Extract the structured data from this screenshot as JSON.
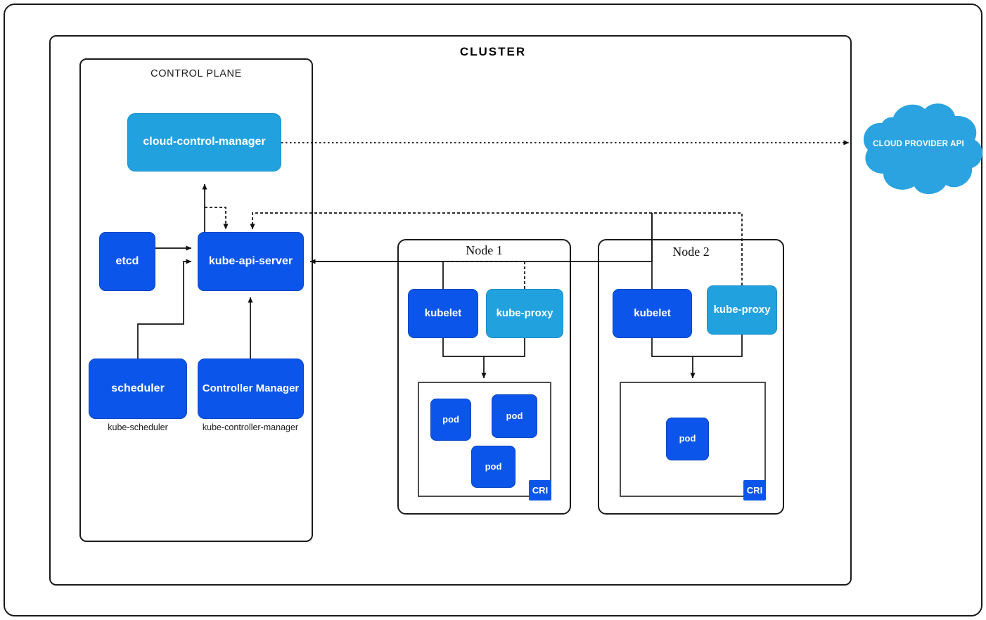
{
  "diagram": {
    "title": "CLUSTER",
    "control_plane_title": "CONTROL PLANE"
  },
  "colors": {
    "dark_blue": "#0b55ea",
    "light_blue": "#22a1df",
    "cloud_blue": "#2aa3e0",
    "frame_stroke": "#1a1a1a",
    "pod_area_stroke": "#4d4d4d",
    "text_white": "#ffffff",
    "text_black": "#000000"
  },
  "control_plane": {
    "cloud_control_manager": "cloud-control-manager",
    "etcd": "etcd",
    "kube_api_server": "kube-api-server",
    "scheduler": "scheduler",
    "scheduler_caption": "kube-scheduler",
    "controller_manager": "Controller Manager",
    "controller_manager_caption": "kube-controller-manager"
  },
  "nodes": [
    {
      "title": "Node 1",
      "kubelet": "kubelet",
      "kube_proxy": "kube-proxy",
      "cri": "CRI",
      "pods": [
        "pod",
        "pod",
        "pod"
      ]
    },
    {
      "title": "Node 2",
      "kubelet": "kubelet",
      "kube_proxy": "kube-proxy",
      "cri": "CRI",
      "pods": [
        "pod"
      ]
    }
  ],
  "external": {
    "cloud_provider_api": "CLOUD PROVIDER API"
  }
}
